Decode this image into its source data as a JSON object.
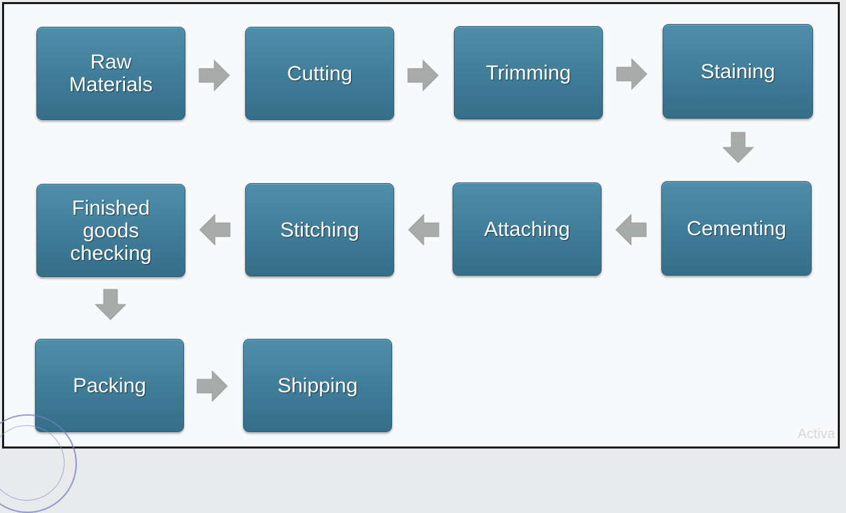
{
  "steps": [
    {
      "label": "Raw\nMaterials"
    },
    {
      "label": "Cutting"
    },
    {
      "label": "Trimming"
    },
    {
      "label": "Staining"
    },
    {
      "label": "Cementing"
    },
    {
      "label": "Attaching"
    },
    {
      "label": "Stitching"
    },
    {
      "label": "Finished\ngoods\nchecking"
    },
    {
      "label": "Packing"
    },
    {
      "label": "Shipping"
    }
  ],
  "watermark": "Activa",
  "colors": {
    "box_fill": "#3f7c98",
    "box_text": "#ffffff",
    "arrow": "#a9aaaa"
  }
}
